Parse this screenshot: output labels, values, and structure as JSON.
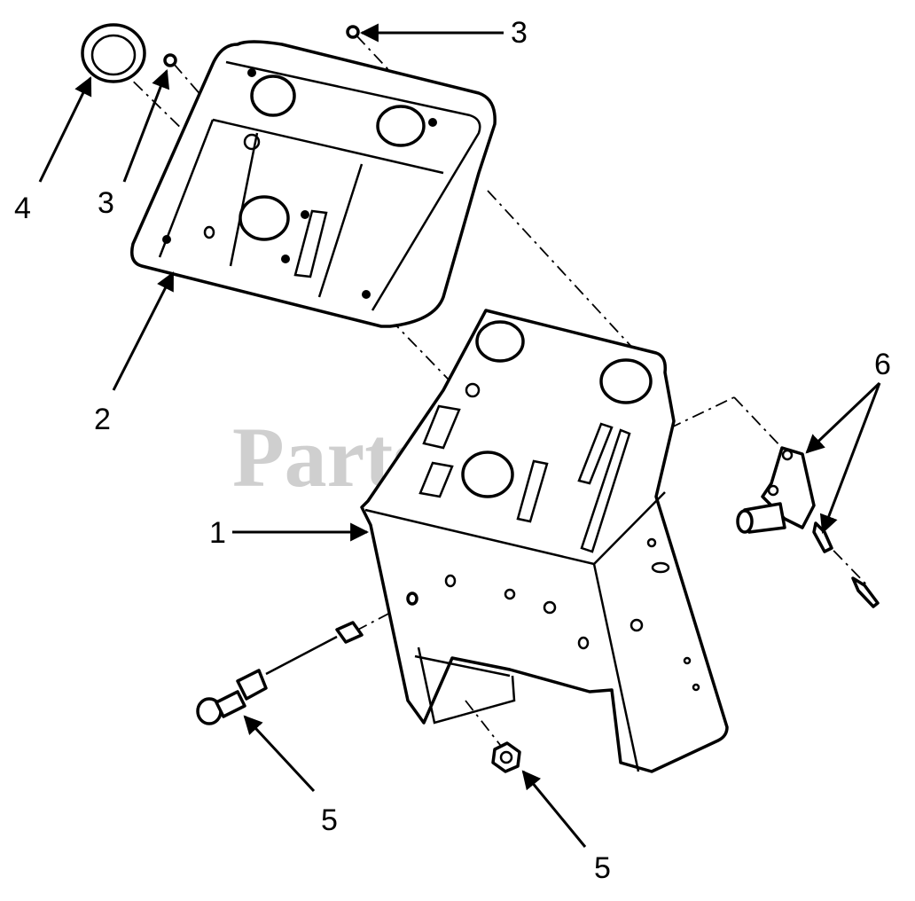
{
  "watermark": "PartsTree",
  "callouts": [
    {
      "id": "c1",
      "label": "1"
    },
    {
      "id": "c2",
      "label": "2"
    },
    {
      "id": "c3a",
      "label": "3"
    },
    {
      "id": "c3b",
      "label": "3"
    },
    {
      "id": "c4",
      "label": "4"
    },
    {
      "id": "c5a",
      "label": "5"
    },
    {
      "id": "c5b",
      "label": "5"
    },
    {
      "id": "c6",
      "label": "6"
    }
  ]
}
